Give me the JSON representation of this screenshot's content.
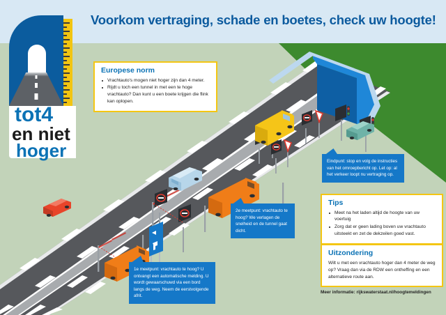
{
  "header": {
    "title": "Voorkom vertraging, schade en boetes, check uw hoogte!",
    "band_color": "#d8e8f4",
    "title_color": "#0b5a9e"
  },
  "logo": {
    "name": "tot-4-en-niet-hoger-logo",
    "line1": "tot",
    "line1_number": "4",
    "line2": "en niet",
    "line3": "hoger",
    "blue": "#0b5c9e",
    "ruler_yellow": "#f2c511"
  },
  "boxes": {
    "europese_norm": {
      "title": "Europese norm",
      "bullets": [
        "Vrachtauto's mogen niet hoger zijn dan 4 meter.",
        "Rijdt u toch een tunnel in met een te hoge vrachtauto? Dan kunt u een boete krijgen die flink kan oplopen."
      ]
    },
    "tips": {
      "title": "Tips",
      "bullets": [
        "Meet na het laden altijd de hoogte van uw voertuig",
        "Zorg dat er geen lading boven uw vrachtauto uitsteekt en zet de dekzeilen goed vast."
      ]
    },
    "uitzondering": {
      "title": "Uitzondering",
      "body": "Wilt u met een vrachtauto hoger dan 4 meter de weg op? Vraag dan via de RDW een ontheffing en een alternatieve route aan."
    },
    "border_color": "#f4c613",
    "title_color": "#0b72b5"
  },
  "footer": {
    "text": "Meer informatie: rijkswaterstaat.nl/hoogtemeldingen"
  },
  "callouts": {
    "eerste_meetpunt": "1e meetpunt: vrachtauto te hoog? U ontvangt een automatische melding. U wordt gewaarschuwd via een bord langs de weg. Neem de eerstvolgende afrit.",
    "tweede_meetpunt": "2e meetpunt: vrachtauto te hoog? We verlagen de snelheid en de tunnel gaat dicht.",
    "eindpunt": "Eindpunt: stop en volg de instructies van het omroepbericht op. Let op: al het verkeer loopt nu vertraging op.",
    "background": "#1578c8",
    "text_color": "#ffffff"
  },
  "scene": {
    "sky": "#d8e8f4",
    "grass_light": "#c2d3b9",
    "grass_dark": "#3d8a2e",
    "asphalt": "#56585c",
    "asphalt_dark": "#46484c",
    "lane_marking": "#ffffff",
    "tunnel_blue": "#1f87d8",
    "tunnel_blue_dark": "#0e5fa4",
    "tunnel_blue_light": "#bcd8ef",
    "vehicles": [
      {
        "name": "red-car",
        "color": "#e8442a"
      },
      {
        "name": "light-blue-van",
        "color": "#b7d6ea"
      },
      {
        "name": "orange-truck-1",
        "color": "#f07d18"
      },
      {
        "name": "orange-truck-2",
        "color": "#f07d18"
      },
      {
        "name": "yellow-truck",
        "color": "#f5c518"
      },
      {
        "name": "teal-car",
        "color": "#6fb3a8"
      }
    ],
    "signs": [
      {
        "name": "matrix-sign-gantry",
        "count": 4
      },
      {
        "name": "warning-triangle-sign",
        "count": 4
      },
      {
        "name": "exit-direction-sign",
        "count": 1
      },
      {
        "name": "traffic-light",
        "count": 2
      }
    ]
  }
}
